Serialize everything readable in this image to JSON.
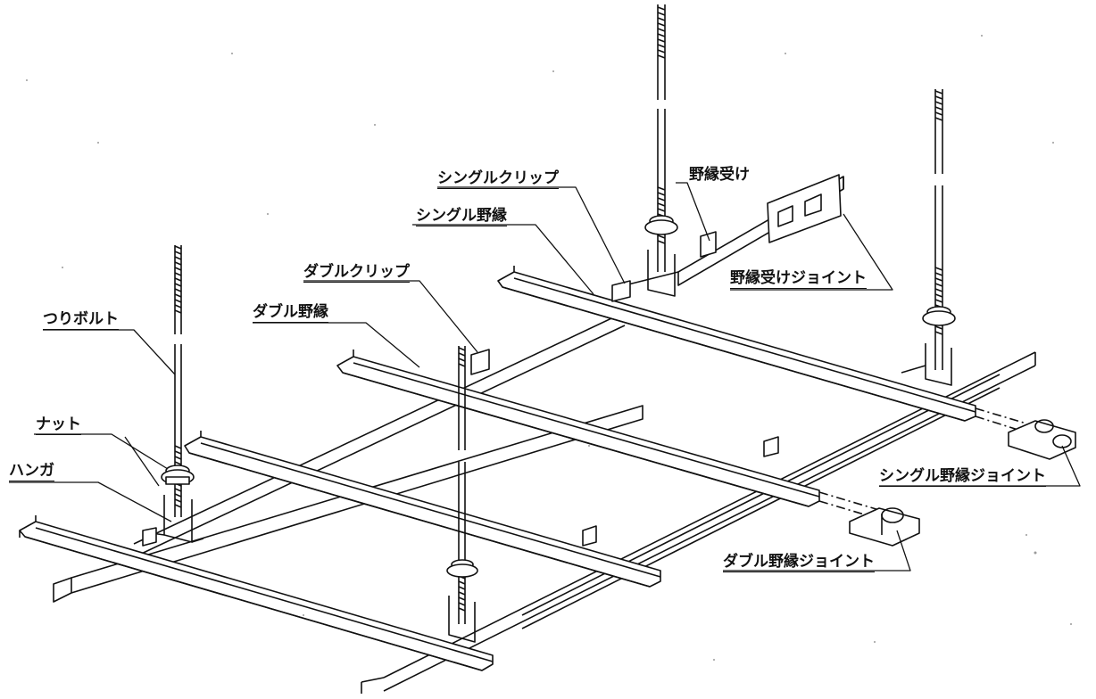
{
  "labels": {
    "single_clip": "シングルクリップ",
    "furring_receiver": "野縁受け",
    "single_furring": "シングル野縁",
    "furring_receiver_joint": "野縁受けジョイント",
    "double_clip": "ダブルクリップ",
    "hanging_bolt": "つりボルト",
    "double_furring": "ダブル野縁",
    "nut": "ナット",
    "hanger": "ハンガ",
    "single_furring_joint": "シングル野縁ジョイント",
    "double_furring_joint": "ダブル野縁ジョイント"
  },
  "colors": {
    "line": "#111111",
    "paper": "#ffffff",
    "speckle": "#9a9a9a"
  }
}
